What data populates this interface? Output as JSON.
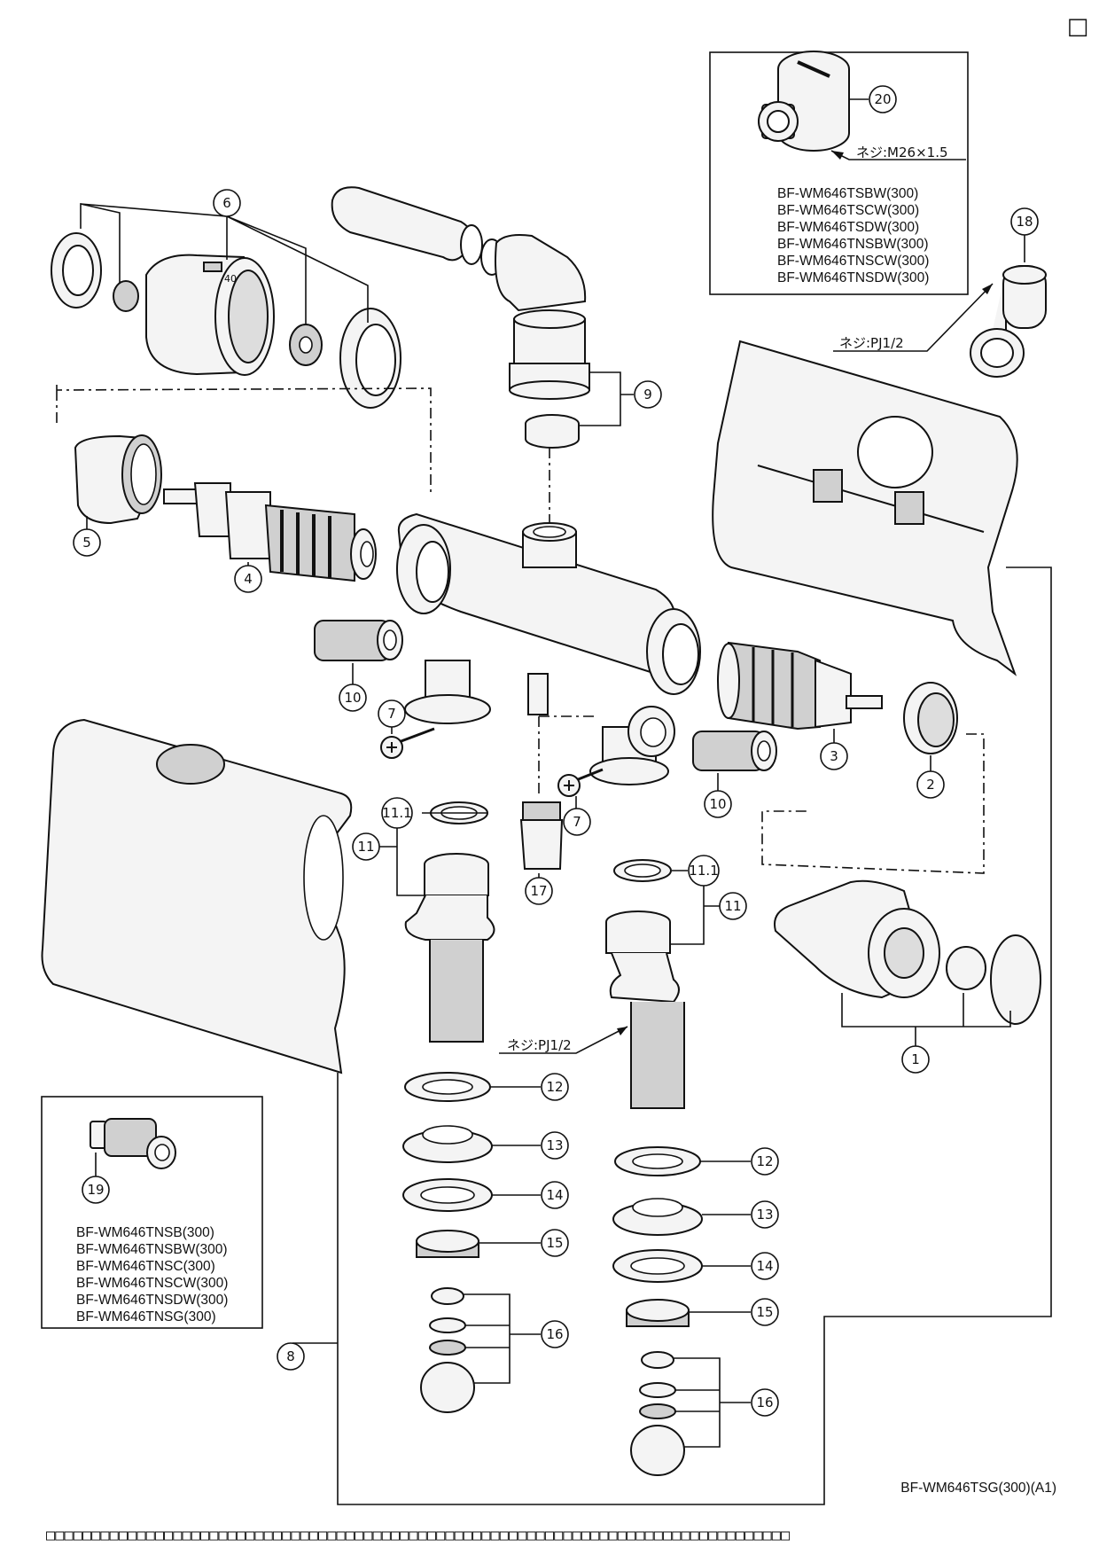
{
  "corner_box": "□",
  "top_right_box": {
    "thread_label": "ネジ:M26×1.5",
    "models": [
      "BF-WM646TSBW(300)",
      "BF-WM646TSCW(300)",
      "BF-WM646TSDW(300)",
      "BF-WM646TNSBW(300)",
      "BF-WM646TNSCW(300)",
      "BF-WM646TNSDW(300)"
    ]
  },
  "bottom_left_box": {
    "models": [
      "BF-WM646TNSB(300)",
      "BF-WM646TNSBW(300)",
      "BF-WM646TNSC(300)",
      "BF-WM646TNSCW(300)",
      "BF-WM646TNSDW(300)",
      "BF-WM646TNSG(300)"
    ]
  },
  "thread_labels": {
    "elbow_18": "ネジ:PJ1/2",
    "pipe_11": "ネジ:PJ1/2"
  },
  "callouts": {
    "c1": "1",
    "c2": "2",
    "c3": "3",
    "c4": "4",
    "c5": "5",
    "c6": "6",
    "c7a": "7",
    "c7b": "7",
    "c8": "8",
    "c9": "9",
    "c10a": "10",
    "c10b": "10",
    "c11a": "11",
    "c11b": "11",
    "c111a": "11.1",
    "c111b": "11.1",
    "c12a": "12",
    "c12b": "12",
    "c13a": "13",
    "c13b": "13",
    "c14a": "14",
    "c14b": "14",
    "c15a": "15",
    "c15b": "15",
    "c16a": "16",
    "c16b": "16",
    "c17": "17",
    "c18": "18",
    "c19": "19",
    "c20": "20"
  },
  "footer_model": "BF-WM646TSG(300)(A1)",
  "footer_line": "□□□□□□□□□□□□□□□□□□□□□□□□□□□□□□□□□□□□□□□□□□□□□□□□□□□□□□□□□□□□□□□□□□□□□□□□□□□□□□□□□□"
}
